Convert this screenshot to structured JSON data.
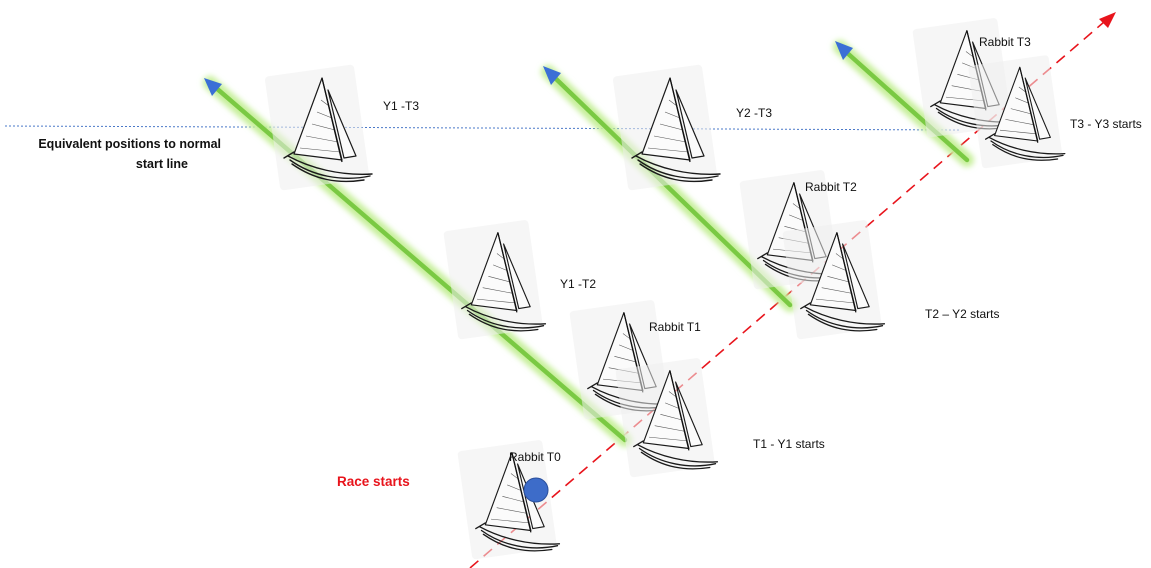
{
  "labels": {
    "equivalent_line_1": "Equivalent positions to normal",
    "equivalent_line_2": "start line",
    "race_starts": "Race starts",
    "rabbit_t0": "Rabbit T0",
    "rabbit_t1": "Rabbit T1",
    "rabbit_t2": "Rabbit T2",
    "rabbit_t3": "Rabbit T3",
    "y1_t3": "Y1 -T3",
    "y2_t3": "Y2 -T3",
    "y1_t2": "Y1 -T2",
    "t1_y1_starts": "T1 - Y1 starts",
    "t2_y2_starts": "T2 – Y2 starts",
    "t3_y3_starts": "T3 - Y3 starts"
  },
  "colors": {
    "rabbit_track": "#e8141c",
    "green_track": "#7ac943",
    "green_glow": "#c6ef9a",
    "arrow_head": "#3b6fd6",
    "start_line": "#4a78c8",
    "rabbit_marker": "#3d6cc9"
  },
  "icons": [
    "sailboat-icon",
    "arrow-head-icon",
    "rabbit-marker-icon"
  ]
}
